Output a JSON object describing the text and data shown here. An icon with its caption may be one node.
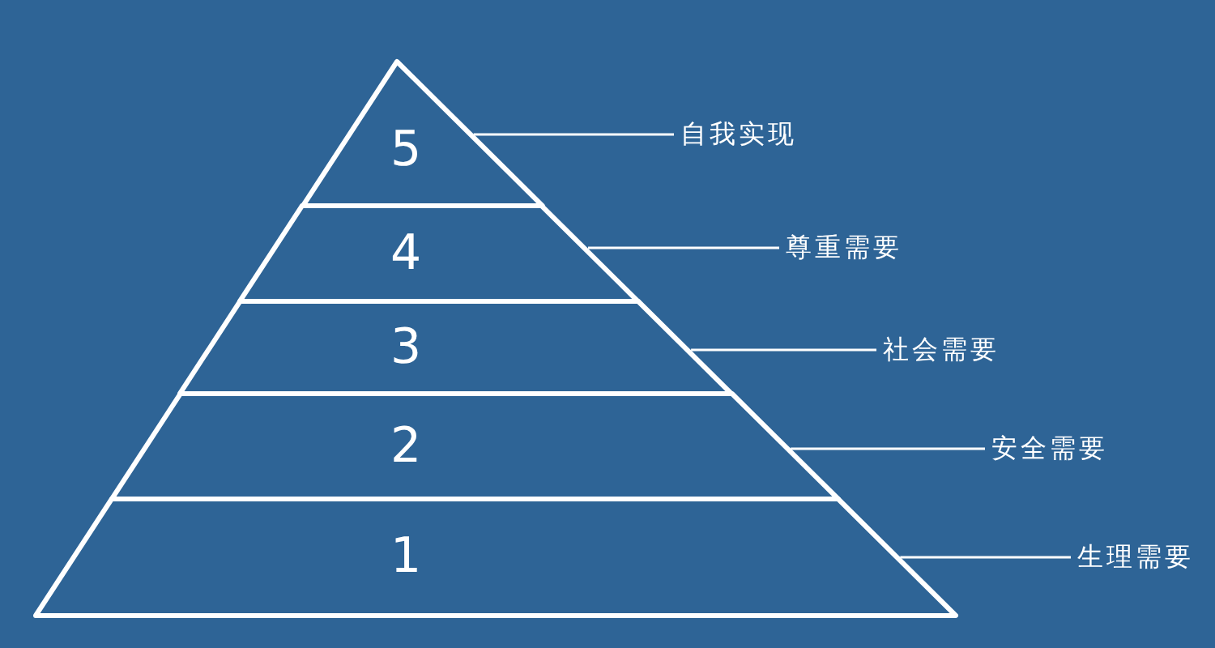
{
  "diagram": {
    "nodes": [
      {
        "text": [
          "5"
        ]
      },
      {
        "text": [
          "4"
        ]
      },
      {
        "text": [
          "3"
        ]
      },
      {
        "text": [
          "2"
        ]
      },
      {
        "text": [
          "1"
        ]
      },
      {
        "text": [
          "自我实现"
        ]
      },
      {
        "text": [
          "尊重需要"
        ]
      },
      {
        "text": [
          "社会需要"
        ]
      },
      {
        "text": [
          "安全需要"
        ]
      },
      {
        "text": [
          "生理需要"
        ]
      }
    ],
    "edges": [
      {
        "from": 5,
        "to": 0,
        "arrow": "none"
      },
      {
        "from": 6,
        "to": 1,
        "arrow": "none"
      },
      {
        "from": 7,
        "to": 2,
        "arrow": "none"
      },
      {
        "from": 8,
        "to": 3,
        "arrow": "none"
      },
      {
        "from": 9,
        "to": 4,
        "arrow": "none"
      }
    ]
  }
}
